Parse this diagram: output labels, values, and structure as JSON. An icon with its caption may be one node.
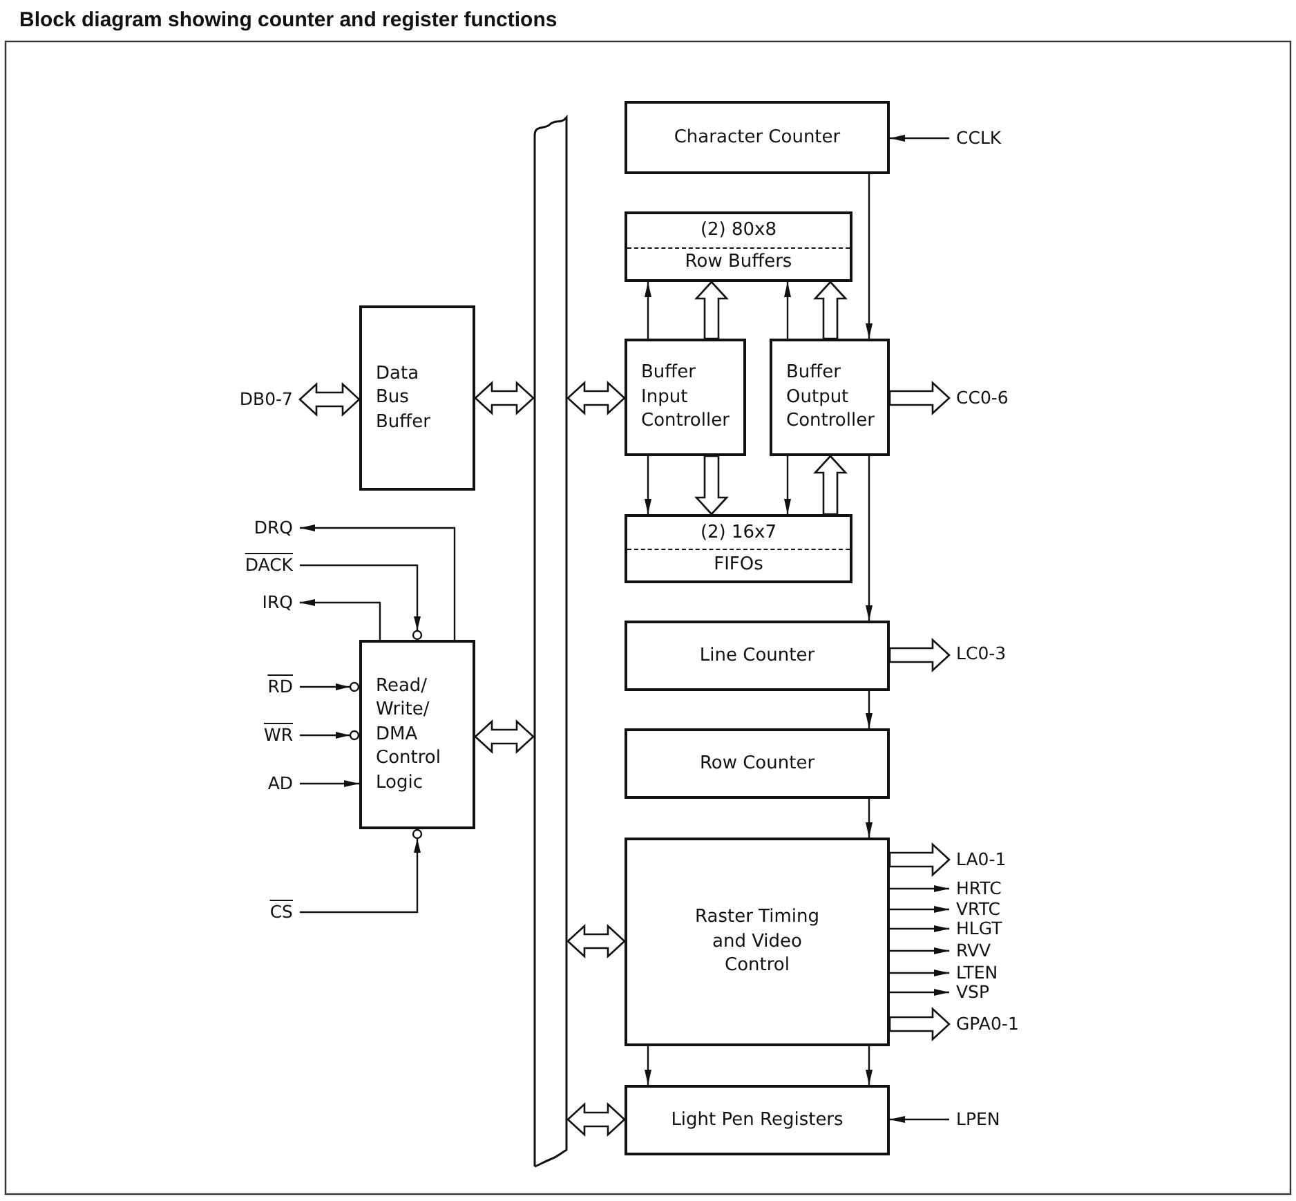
{
  "diagram": {
    "title": "Block diagram showing counter and register functions",
    "nodes": [
      {
        "text": [
          "Character Counter"
        ]
      },
      {
        "text": [
          "(2) 80x8",
          "Row Buffers"
        ]
      },
      {
        "text": [
          "Buffer Input Controller"
        ]
      },
      {
        "text": [
          "Buffer Output Controller"
        ]
      },
      {
        "text": [
          "(2) 16x7",
          "FIFOs"
        ]
      },
      {
        "text": [
          "Line Counter"
        ]
      },
      {
        "text": [
          "Row Counter"
        ]
      },
      {
        "text": [
          "Raster Timing and Video Control"
        ]
      },
      {
        "text": [
          "Light Pen Registers"
        ]
      },
      {
        "text": [
          "Data Bus Buffer"
        ]
      },
      {
        "text": [
          "Read/ Write/ DMA Control Logic"
        ]
      },
      {
        "text": [],
        "shape": "bar"
      },
      {
        "text": [
          "DB0-7"
        ]
      },
      {
        "text": [
          "DRQ"
        ]
      },
      {
        "text": [
          "DACK"
        ]
      },
      {
        "text": [
          "IRQ"
        ]
      },
      {
        "text": [
          "RD"
        ]
      },
      {
        "text": [
          "WR"
        ]
      },
      {
        "text": [
          "AD"
        ]
      },
      {
        "text": [
          "CS"
        ]
      },
      {
        "text": [
          "CCLK"
        ]
      },
      {
        "text": [
          "CC0-6"
        ]
      },
      {
        "text": [
          "LC0-3"
        ]
      },
      {
        "text": [
          "LA0-1"
        ]
      },
      {
        "text": [
          "HRTC"
        ]
      },
      {
        "text": [
          "VRTC"
        ]
      },
      {
        "text": [
          "HLGT"
        ]
      },
      {
        "text": [
          "RVV"
        ]
      },
      {
        "text": [
          "LTEN"
        ]
      },
      {
        "text": [
          "VSP"
        ]
      },
      {
        "text": [
          "GPA0-1"
        ]
      },
      {
        "text": [
          "LPEN"
        ]
      }
    ],
    "edges": [
      {
        "from": 12,
        "to": 9,
        "arrow": "both",
        "style": "thick"
      },
      {
        "from": 9,
        "to": 11,
        "arrow": "both",
        "style": "thick"
      },
      {
        "from": 11,
        "to": 2,
        "arrow": "both",
        "style": "thick"
      },
      {
        "from": 10,
        "to": 11,
        "arrow": "both",
        "style": "thick"
      },
      {
        "from": 11,
        "to": 7,
        "arrow": "both",
        "style": "thick"
      },
      {
        "from": 11,
        "to": 8,
        "arrow": "both",
        "style": "thick"
      },
      {
        "from": 20,
        "to": 0,
        "arrow": "to"
      },
      {
        "from": 0,
        "to": 3,
        "arrow": "to"
      },
      {
        "from": 2,
        "to": 1,
        "arrow": "to"
      },
      {
        "from": 2,
        "to": 1,
        "arrow": "to",
        "style": "thick"
      },
      {
        "from": 3,
        "to": 1,
        "arrow": "to"
      },
      {
        "from": 3,
        "to": 1,
        "arrow": "to",
        "style": "thick"
      },
      {
        "from": 2,
        "to": 4,
        "arrow": "to"
      },
      {
        "from": 2,
        "to": 4,
        "arrow": "to",
        "style": "thick"
      },
      {
        "from": 3,
        "to": 4,
        "arrow": "to"
      },
      {
        "from": 4,
        "to": 3,
        "arrow": "to",
        "style": "thick"
      },
      {
        "from": 3,
        "to": 21,
        "arrow": "to",
        "style": "thick"
      },
      {
        "from": 3,
        "to": 5,
        "arrow": "to"
      },
      {
        "from": 5,
        "to": 22,
        "arrow": "to",
        "style": "thick"
      },
      {
        "from": 5,
        "to": 6,
        "arrow": "to"
      },
      {
        "from": 6,
        "to": 7,
        "arrow": "to"
      },
      {
        "from": 7,
        "to": 23,
        "arrow": "to",
        "style": "thick"
      },
      {
        "from": 7,
        "to": 24,
        "arrow": "to"
      },
      {
        "from": 7,
        "to": 25,
        "arrow": "to"
      },
      {
        "from": 7,
        "to": 26,
        "arrow": "to"
      },
      {
        "from": 7,
        "to": 27,
        "arrow": "to"
      },
      {
        "from": 7,
        "to": 28,
        "arrow": "to"
      },
      {
        "from": 7,
        "to": 29,
        "arrow": "to"
      },
      {
        "from": 7,
        "to": 30,
        "arrow": "to",
        "style": "thick"
      },
      {
        "from": 7,
        "to": 8,
        "arrow": "to"
      },
      {
        "from": 7,
        "to": 8,
        "arrow": "to"
      },
      {
        "from": 31,
        "to": 8,
        "arrow": "to"
      },
      {
        "from": 10,
        "to": 13,
        "arrow": "to"
      },
      {
        "from": 14,
        "to": 10,
        "arrow": "to"
      },
      {
        "from": 10,
        "to": 15,
        "arrow": "to"
      },
      {
        "from": 16,
        "to": 10,
        "arrow": "to"
      },
      {
        "from": 17,
        "to": 10,
        "arrow": "to"
      },
      {
        "from": 18,
        "to": 10,
        "arrow": "to"
      },
      {
        "from": 19,
        "to": 10,
        "arrow": "to"
      }
    ]
  }
}
